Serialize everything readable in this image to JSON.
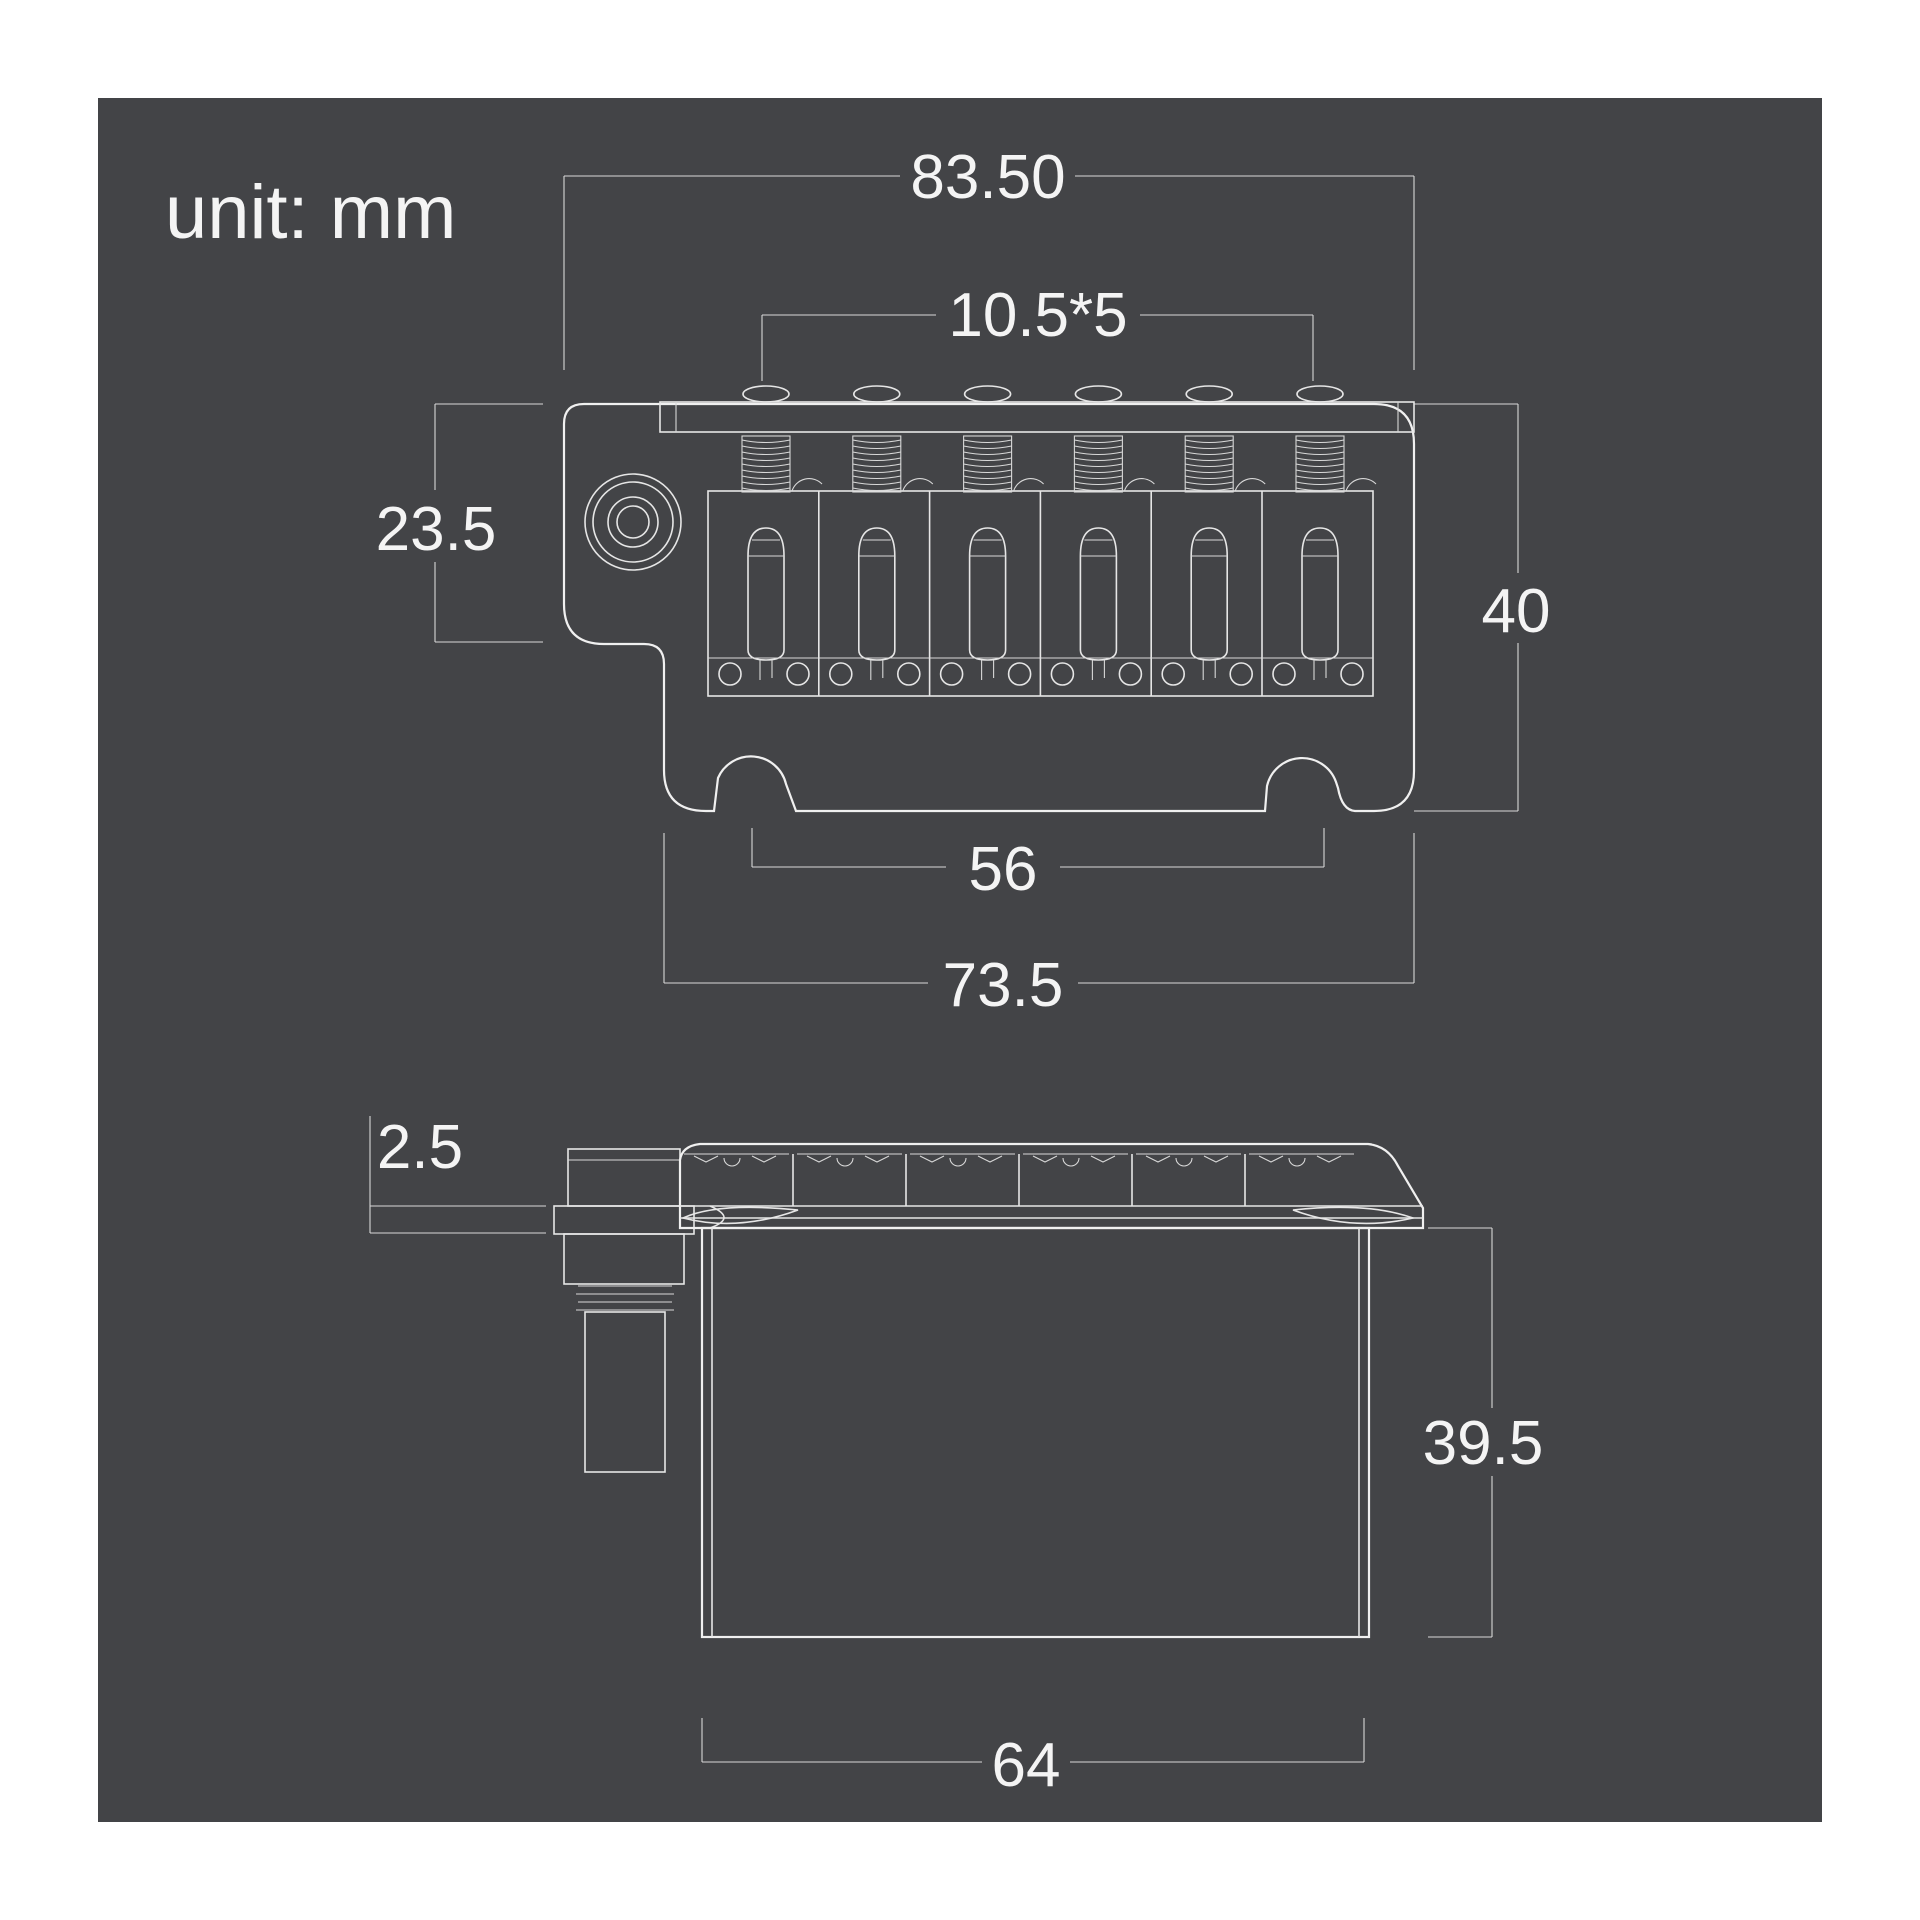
{
  "unit_label": "unit: mm",
  "top_view": {
    "overall_width": "83.50",
    "saddle_spacing": "10.5*5",
    "plate_height": "23.5",
    "total_height": "40",
    "mount_spacing": "56",
    "base_width": "73.5"
  },
  "side_view": {
    "plate_thickness": "2.5",
    "block_height": "39.5",
    "block_width": "64"
  },
  "colors": {
    "background": "#434447",
    "frame": "#ffffff",
    "line": "#e6e6e6",
    "text": "#f4f4f4"
  }
}
